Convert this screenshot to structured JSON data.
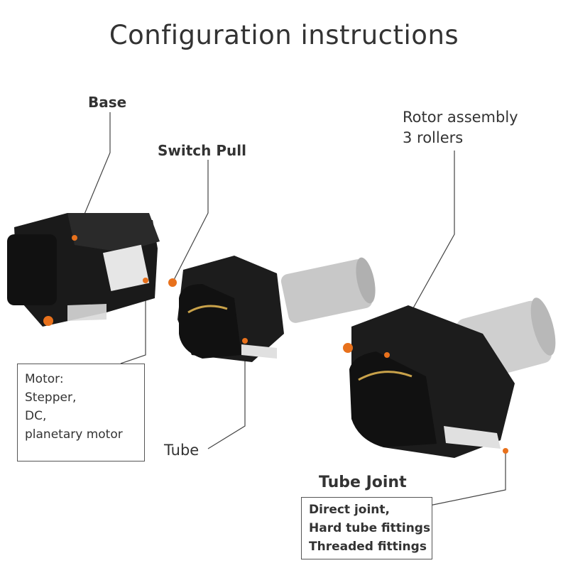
{
  "title": "Configuration instructions",
  "labels": {
    "base": "Base",
    "switch_pull": "Switch Pull",
    "rotor_line1": "Rotor assembly",
    "rotor_line2": "3 rollers",
    "tube": "Tube",
    "tube_joint": "Tube Joint"
  },
  "motor_box": {
    "lines": [
      "Motor:",
      "Stepper,",
      "DC,",
      "planetary motor"
    ]
  },
  "tube_joint_box": {
    "lines": [
      "Direct joint,",
      "Hard tube fittings",
      "Threaded fittings"
    ]
  },
  "colors": {
    "pump_body": "#1a1a1a",
    "motor_metal": "#c8c8c8",
    "accent_dot": "#e8711c",
    "tube_clear": "#e8e8e8"
  }
}
